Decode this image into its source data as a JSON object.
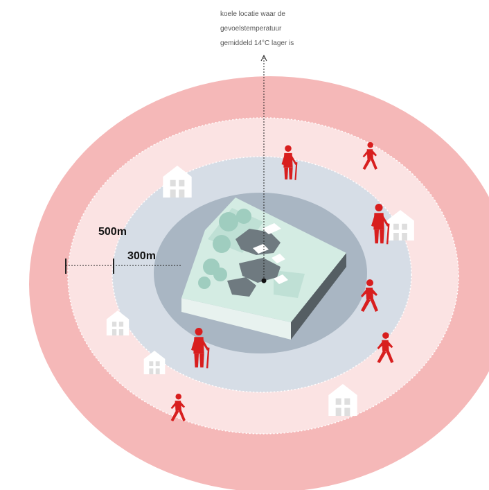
{
  "callout": {
    "lines": [
      "koele locatie waar de",
      "gevoelstemperatuur",
      "gemiddeld 14°C lager is"
    ]
  },
  "distances": {
    "outer": "500m",
    "inner": "300m"
  },
  "colors": {
    "outer_ring": "#f5b8b8",
    "middle_ring": "#fbe3e3",
    "inner_ring": "#d6dde6",
    "core": "#a9b6c3",
    "walker": "#d81e1e",
    "house": "#ffffff",
    "park_top": "#d4ece3",
    "tree": "#9fcdbf",
    "pond": "#6f7a80"
  },
  "icons": [
    "walking-person-icon",
    "elderly-with-cane-icon",
    "house-icon"
  ]
}
